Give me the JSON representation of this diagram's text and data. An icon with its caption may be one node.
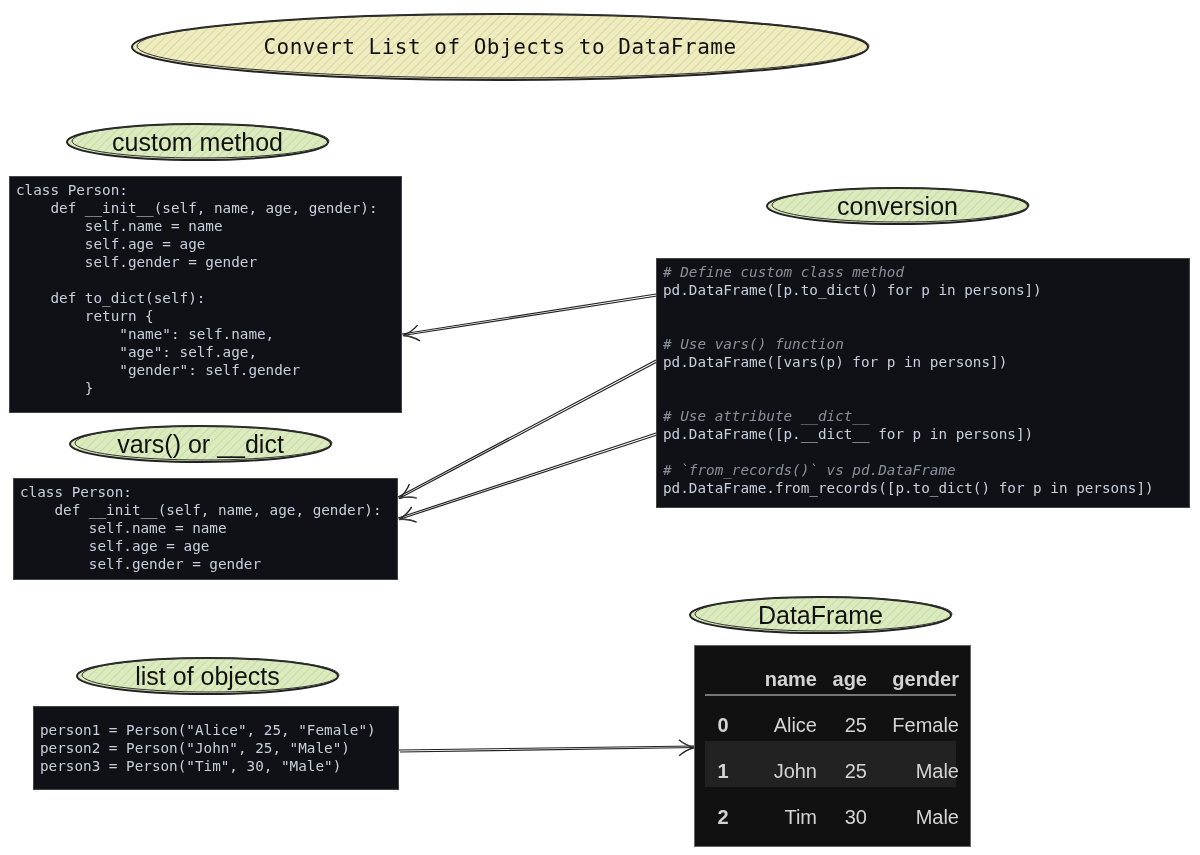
{
  "diagram": {
    "nodes": [
      {
        "text": [
          "Convert List of Objects to DataFrame"
        ]
      },
      {
        "text": [
          "custom method"
        ]
      },
      {
        "text": [
          "class Person:",
          "    def __init__(self, name, age, gender):",
          "        self.name = name",
          "        self.age = age",
          "        self.gender = gender",
          "    def to_dict(self):",
          "        return {",
          "            \"name\": self.name,",
          "            \"age\": self.age,",
          "            \"gender\": self.gender",
          "        }"
        ]
      },
      {
        "text": [
          "vars() or __dict"
        ]
      },
      {
        "text": [
          "class Person:",
          "    def __init__(self, name, age, gender):",
          "        self.name = name",
          "        self.age = age",
          "        self.gender = gender"
        ]
      },
      {
        "text": [
          "conversion"
        ]
      },
      {
        "text": [
          "# Define custom class method",
          "pd.DataFrame([p.to_dict() for p in persons])",
          "# Use vars() function",
          "pd.DataFrame([vars(p) for p in persons])",
          "# Use attribute __dict__",
          "pd.DataFrame([p.__dict__ for p in persons])",
          "# `from_records()` vs pd.DataFrame",
          "pd.DataFrame.from_records([p.to_dict() for p in persons])"
        ]
      },
      {
        "text": [
          "DataFrame"
        ]
      },
      {
        "text": [
          "name",
          "age",
          "gender",
          "0",
          "Alice",
          "25",
          "Female",
          "1",
          "John",
          "25",
          "Male",
          "2",
          "Tim",
          "30",
          "Male"
        ]
      },
      {
        "text": [
          "list of objects"
        ]
      },
      {
        "text": [
          "person1 = Person(\"Alice\", 25, \"Female\")",
          "person2 = Person(\"John\", 25, \"Male\")",
          "person3 = Person(\"Tim\", 30, \"Male\")"
        ]
      }
    ],
    "edges": [
      {
        "from": 6,
        "to": 2,
        "arrow": "to"
      },
      {
        "from": 6,
        "to": 4,
        "arrow": "to"
      },
      {
        "from": 6,
        "to": 4,
        "arrow": "to"
      },
      {
        "from": 10,
        "to": 8,
        "arrow": "to"
      }
    ]
  }
}
